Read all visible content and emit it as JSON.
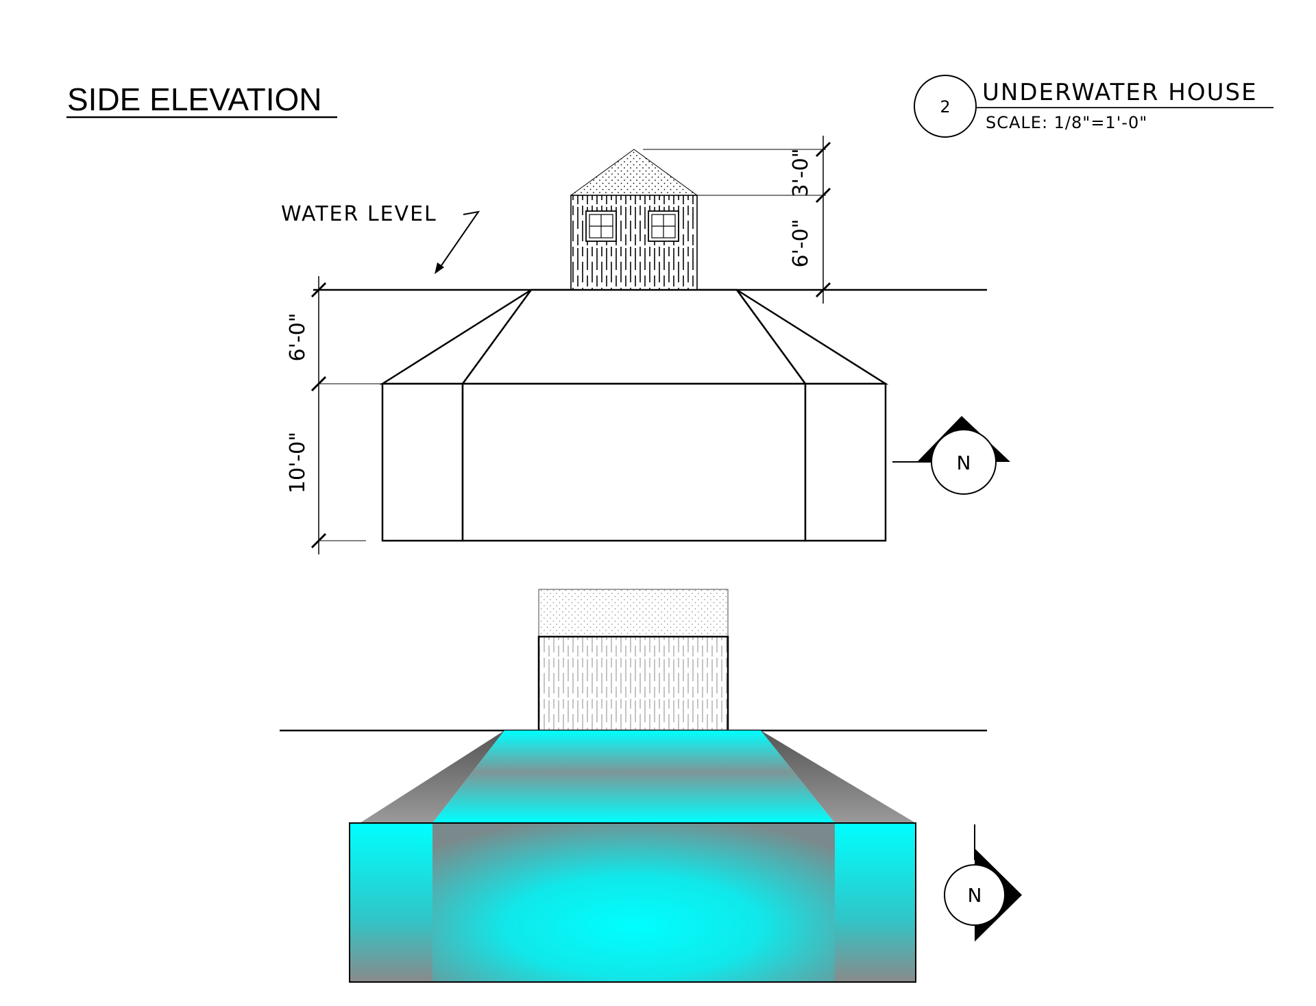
{
  "sheet": {
    "title": "SIDE ELEVATION",
    "drawing_title": "UNDERWATER HOUSE",
    "drawing_number": "2",
    "scale_text": "SCALE:  1/8\"=1'-0\""
  },
  "labels": {
    "water_level": "WATER LEVEL",
    "north": "N"
  },
  "dimensions": {
    "roof_height": "3'-0\"",
    "house_height": "6'-0\"",
    "upper_base_height": "6'-0\"",
    "lower_base_height": "10'-0\""
  },
  "colors": {
    "line": "#000000",
    "water_glow": "#00ffff",
    "shadow_gray": "#808080"
  },
  "icons": [
    "north-arrow-icon",
    "north-arrow-icon"
  ]
}
